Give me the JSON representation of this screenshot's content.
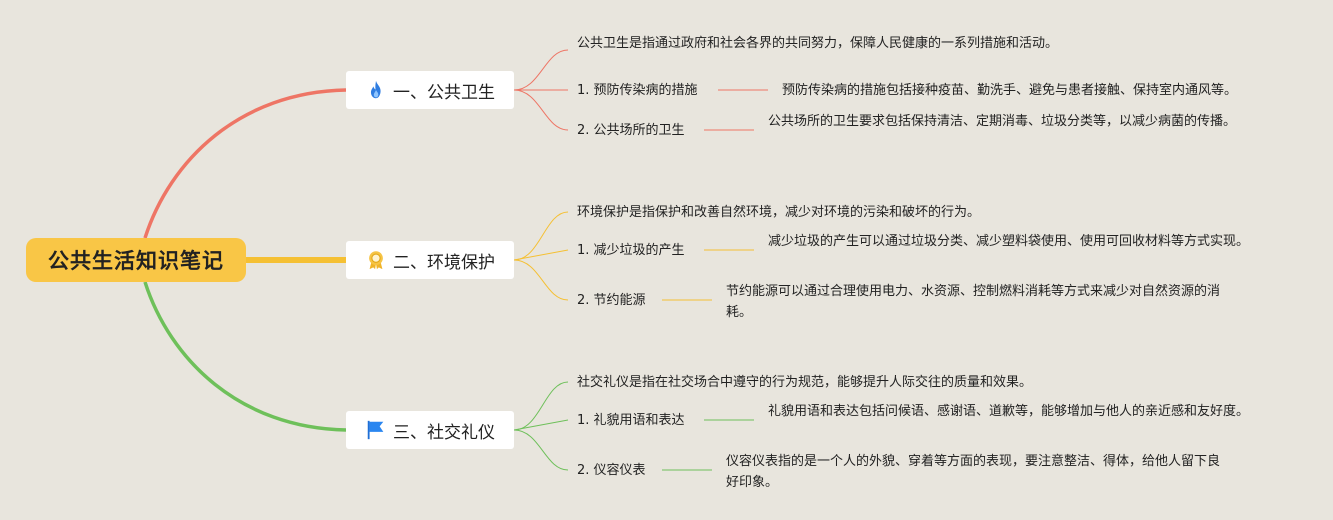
{
  "root": {
    "title": "公共生活知识笔记"
  },
  "colors": {
    "branch1": "#ee7565",
    "branch2": "#f5c033",
    "branch3": "#6ec05a",
    "root_bg": "#f9c646"
  },
  "branches": [
    {
      "title": "一、公共卫生",
      "icon": "fire-icon",
      "description": "公共卫生是指通过政府和社会各界的共同努力，保障人民健康的一系列措施和活动。",
      "items": [
        {
          "label": "1. 预防传染病的措施",
          "detail": "预防传染病的措施包括接种疫苗、勤洗手、避免与患者接触、保持室内通风等。"
        },
        {
          "label": "2. 公共场所的卫生",
          "detail": "公共场所的卫生要求包括保持清洁、定期消毒、垃圾分类等，以减少病菌的传播。"
        }
      ]
    },
    {
      "title": "二、环境保护",
      "icon": "award-medal-icon",
      "description": "环境保护是指保护和改善自然环境，减少对环境的污染和破坏的行为。",
      "items": [
        {
          "label": "1. 减少垃圾的产生",
          "detail": "减少垃圾的产生可以通过垃圾分类、减少塑料袋使用、使用可回收材料等方式实现。"
        },
        {
          "label": "2. 节约能源",
          "detail": "节约能源可以通过合理使用电力、水资源、控制燃料消耗等方式来减少对自然资源的消耗。"
        }
      ]
    },
    {
      "title": "三、社交礼仪",
      "icon": "flag-icon",
      "description": "社交礼仪是指在社交场合中遵守的行为规范，能够提升人际交往的质量和效果。",
      "items": [
        {
          "label": "1. 礼貌用语和表达",
          "detail": "礼貌用语和表达包括问候语、感谢语、道歉等，能够增加与他人的亲近感和友好度。"
        },
        {
          "label": "2. 仪容仪表",
          "detail": "仪容仪表指的是一个人的外貌、穿着等方面的表现，要注意整洁、得体，给他人留下良好印象。"
        }
      ]
    }
  ]
}
